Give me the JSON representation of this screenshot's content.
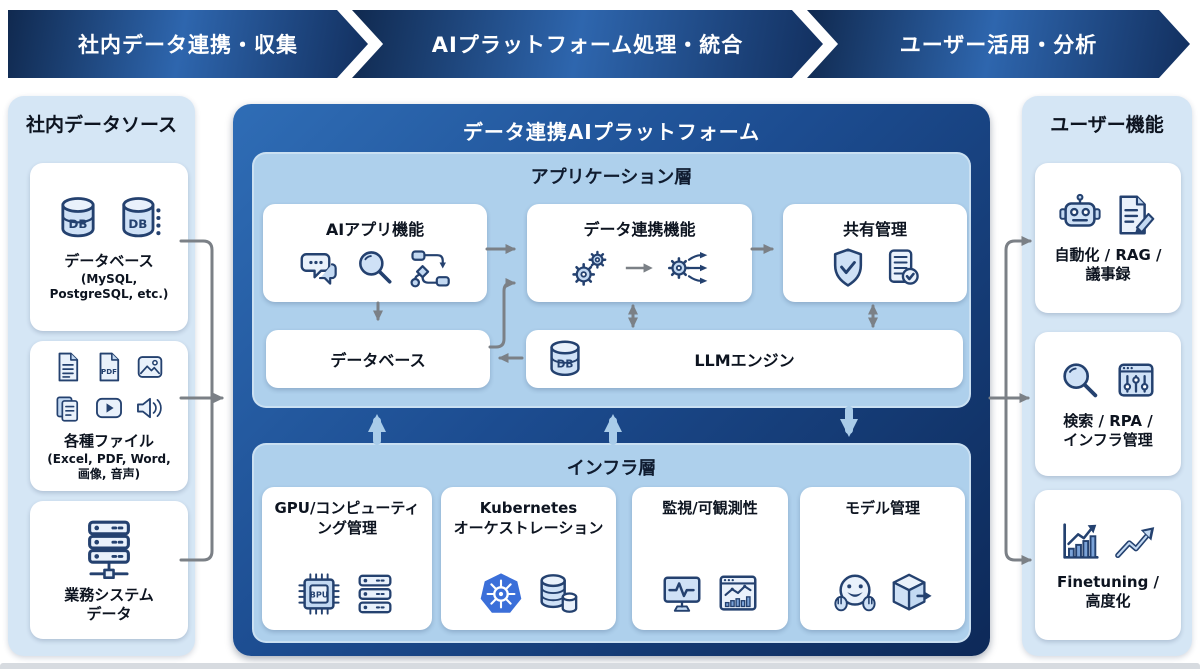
{
  "banners": [
    {
      "label": "社内データ連携・収集"
    },
    {
      "label": "AIプラットフォーム処理・統合"
    },
    {
      "label": "ユーザー活用・分析"
    }
  ],
  "left_panel": {
    "title": "社内データソース",
    "cards": [
      {
        "label": "データベース",
        "sublabel": "(MySQL,\nPostgreSQL, etc.)",
        "icons": [
          "db-icon",
          "db-dotted-icon"
        ]
      },
      {
        "label": "各種ファイル",
        "sublabel": "(Excel, PDF, Word,\n画像, 音声)",
        "icons": [
          "doc-icon",
          "pdf-icon",
          "image-icon",
          "copy-icon",
          "video-icon",
          "audio-icon"
        ]
      },
      {
        "label": "業務システム\nデータ",
        "sublabel": "",
        "icons": [
          "server-rack-icon"
        ]
      }
    ]
  },
  "platform": {
    "title": "データ連携AIプラットフォーム",
    "app_layer": {
      "title": "アプリケーション層",
      "cards": [
        {
          "label": "AIアプリ機能",
          "icons": [
            "chat-icon",
            "search-icon",
            "flowchart-icon"
          ]
        },
        {
          "label": "データ連携機能",
          "icons": [
            "gears-icon",
            "arrow-right-icon",
            "gear-fan-icon"
          ]
        },
        {
          "label": "共有管理",
          "icons": [
            "shield-check-icon",
            "checklist-icon"
          ]
        }
      ],
      "db_card": {
        "label": "データベース"
      },
      "llm_card": {
        "label": "LLMエンジン",
        "icons": [
          "db-icon"
        ]
      }
    },
    "infra_layer": {
      "title": "インフラ層",
      "cards": [
        {
          "label": "GPU/コンピューティ\nング管理",
          "icons": [
            "chip-icon",
            "server-stack-icon"
          ]
        },
        {
          "label": "Kubernetes\nオーケストレーション",
          "icons": [
            "kubernetes-icon",
            "db-stack-icon"
          ]
        },
        {
          "label": "監視/可観測性",
          "icons": [
            "monitor-pulse-icon",
            "dashboard-icon"
          ]
        },
        {
          "label": "モデル管理",
          "icons": [
            "huggingface-icon",
            "package-icon"
          ]
        }
      ]
    }
  },
  "right_panel": {
    "title": "ユーザー機能",
    "cards": [
      {
        "label": "自動化 / RAG /\n議事録",
        "icons": [
          "robot-icon",
          "doc-pencil-icon"
        ]
      },
      {
        "label": "検索 / RPA /\nインフラ管理",
        "icons": [
          "search-icon",
          "sliders-icon"
        ]
      },
      {
        "label": "Finetuning /\n高度化",
        "icons": [
          "bar-chart-icon",
          "trend-up-icon"
        ]
      }
    ]
  },
  "colors": {
    "banner_navy": "#10294f",
    "banner_blue": "#2e66ae",
    "platform_blue_start": "#2f6db6",
    "platform_blue_end": "#0d2958",
    "layer_panel_blue": "#aed0ec",
    "side_panel_blue": "#d5e6f5",
    "arrow_gray": "#7b8086",
    "arrow_light_blue": "#a9cce9",
    "kubernetes_blue": "#3b6fd9",
    "icon_navy": "#24416f"
  }
}
